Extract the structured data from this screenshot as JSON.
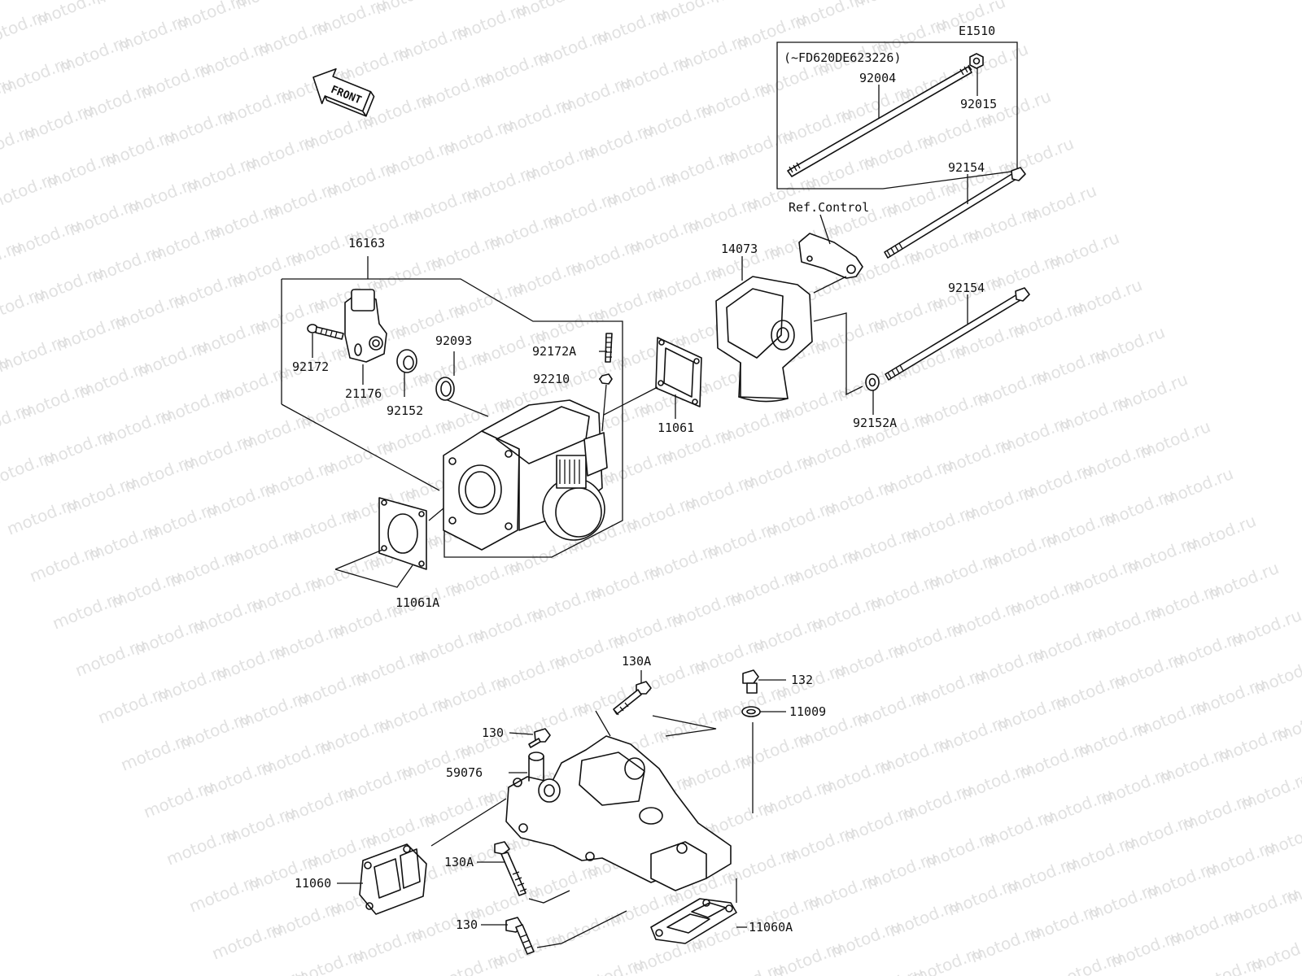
{
  "watermark": "motod.ru",
  "front_label": "FRONT",
  "diagram_code": "E1510",
  "serial_note": "(~FD620DE623226)",
  "ref_control": "Ref.Control",
  "parts": {
    "p92004": "92004",
    "p92015": "92015",
    "p92154a": "92154",
    "p92154b": "92154",
    "p14073": "14073",
    "p16163": "16163",
    "p92172": "92172",
    "p21176": "21176",
    "p92152": "92152",
    "p92093": "92093",
    "p92172A": "92172A",
    "p92210": "92210",
    "p11061": "11061",
    "p92152A": "92152A",
    "p11061A": "11061A",
    "p130A_top": "130A",
    "p132": "132",
    "p11009": "11009",
    "p130_top": "130",
    "p59076": "59076",
    "p130A_bot": "130A",
    "p11060": "11060",
    "p130_bot": "130",
    "p11060A": "11060A"
  },
  "colors": {
    "line": "#111111",
    "watermark": "#c9c9c9",
    "background": "#ffffff"
  }
}
